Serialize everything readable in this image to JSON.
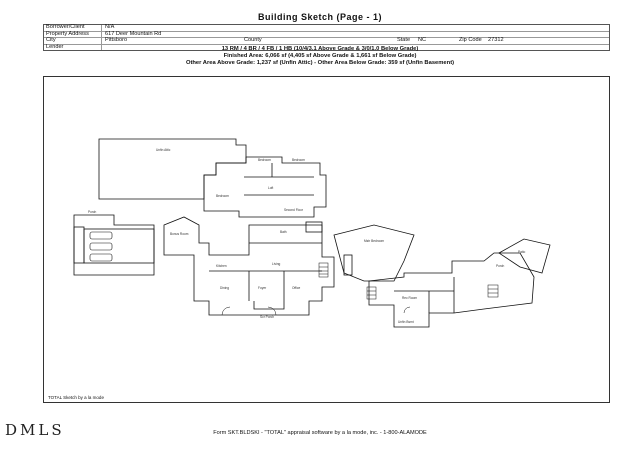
{
  "page": {
    "title": "Building Sketch (Page - 1)"
  },
  "info": {
    "borrower_label": "Borrower/Client",
    "borrower_value": "N/A",
    "address_label": "Property Address",
    "address_value": "617 Deer Mountain Rd",
    "city_label": "City",
    "city_value": "Pittsboro",
    "county_label": "County",
    "state_label": "State",
    "state_value": "NC",
    "zip_label": "Zip Code",
    "zip_value": "27312",
    "lender_label": "Lender"
  },
  "summary": {
    "line1": "13 RM / 4 BR / 4 FB / 1 HB  (10/4/3.1 Above Grade & 3/0/1.0 Below Grade)",
    "line2": "Finished Area: 6,066 sf  (4,405 sf Above Grade & 1,661 sf Below Grade)",
    "line3": "Other Area Above Grade: 1,237 sf (Unfin Attic)  -  Other Area Below Grade: 359 sf (Unfin Basement)"
  },
  "sketch": {
    "rooms": {
      "unfin_attic": "Unfin Attic",
      "bedroom1": "Bedroom",
      "bedroom2": "Bedroom",
      "bedroom3": "Bedroom",
      "loft": "Loft",
      "second_floor": "Second Floor",
      "porch_left": "Porch",
      "bonus": "Bonus Room",
      "bath": "Bath",
      "kitchen": "Kitchen",
      "living": "Living",
      "dining": "Dining",
      "foyer": "Foyer",
      "office": "Office",
      "scr_porch": "Scr Porch",
      "master": "Mstr Bedroom",
      "rec": "Rec Room",
      "unfin_bsmt": "Unfin Bsmt",
      "patio": "Patio",
      "porch_right": "Porch"
    },
    "note": "TOTAL Sketch by a la mode"
  },
  "footer": {
    "text": "Form SKT.BLDSKI - \"TOTAL\" appraisal software by a la mode, inc. - 1-800-ALAMODE",
    "logo": "DMLS"
  }
}
